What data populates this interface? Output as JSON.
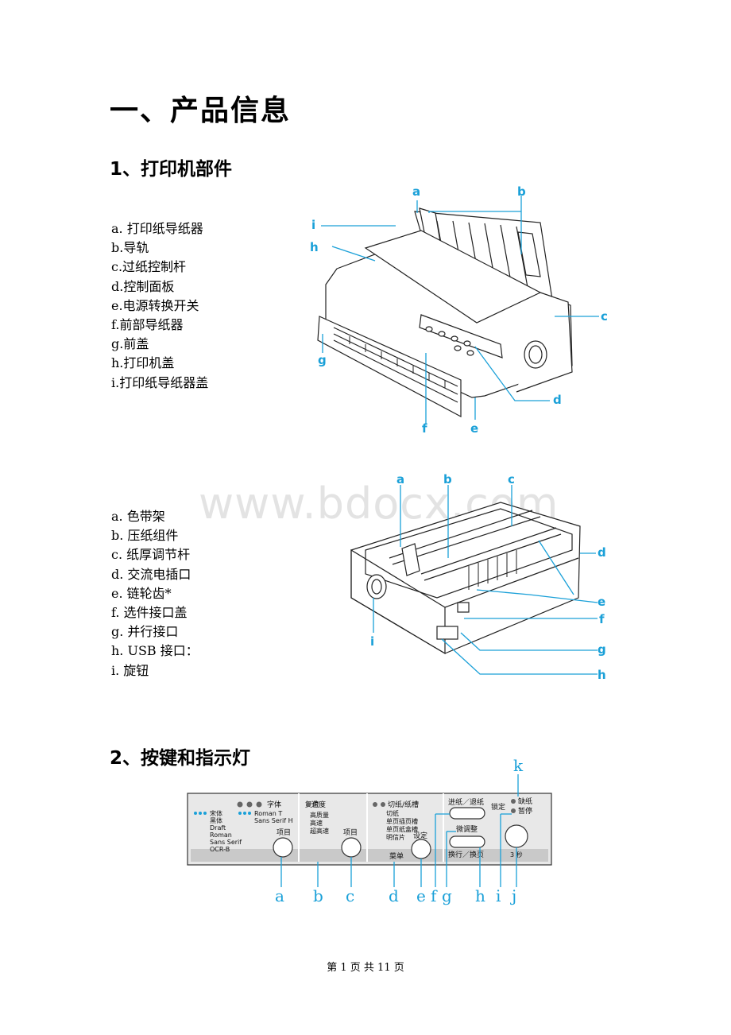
{
  "title": "一、产品信息",
  "section1": {
    "heading": "1、打印机部件",
    "parts_front": [
      "a.  打印纸导纸器",
      "b.导轨",
      "c.过纸控制杆",
      "d.控制面板",
      "e.电源转换开关",
      "f.前部导纸器",
      "g.前盖",
      "h.打印机盖",
      "i.打印纸导纸器盖"
    ],
    "front_callouts": [
      "a",
      "b",
      "c",
      "d",
      "e",
      "f",
      "g",
      "h",
      "i"
    ],
    "parts_inside": [
      "a.  色带架",
      "b.  压纸组件",
      "c.  纸厚调节杆",
      "d.  交流电插口",
      "e.  链轮齿*",
      "f.  选件接口盖",
      "g.  并行接口",
      "h.  USB 接口：",
      "i.  旋钮"
    ],
    "inside_callouts": [
      "a",
      "b",
      "c",
      "d",
      "e",
      "f",
      "g",
      "h",
      "i"
    ]
  },
  "watermark": "www.bdocx.com",
  "section2": {
    "heading": "2、按键和指示灯",
    "panel": {
      "font_title": "字体",
      "font_list_left": [
        "宋体",
        "黑体",
        "Draft",
        "Roman",
        "Sans Serif",
        "OCR-B"
      ],
      "font_list_right": [
        "Roman T",
        "Sans Serif H"
      ],
      "item_button": "项目",
      "reset_label": "复位",
      "speed_title": "速度",
      "speed_list": [
        "高质量",
        "高速",
        "超高速"
      ],
      "item_button2": "项目",
      "cut_title": "切纸/纸槽",
      "cut_list": [
        "切纸",
        "单页插页槽",
        "单页纸盒槽",
        "明信片"
      ],
      "set_button": "设定",
      "menu_label": "菜单",
      "feed_button": "进纸／退纸",
      "micro_adjust": "微调整",
      "linefeed_button": "换行／换页",
      "lock_label": "锁定",
      "paper_out": "缺纸",
      "pause_label": "暂停",
      "seconds_label": "3 秒",
      "callouts": [
        "a",
        "b",
        "c",
        "d",
        "e",
        "f",
        "g",
        "h",
        "i",
        "j",
        "k"
      ]
    }
  },
  "footer": "第  1  页  共  11  页"
}
